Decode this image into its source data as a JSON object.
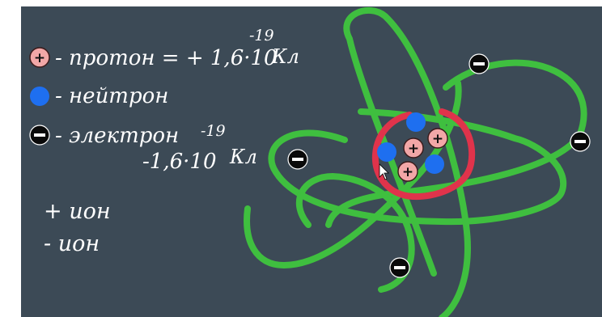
{
  "legend": {
    "proton": {
      "symbol": "+",
      "text": "- протон = + 1,6·10",
      "exponent": "-19",
      "unit": "Кл"
    },
    "neutron": {
      "text": "- нейтрон"
    },
    "electron": {
      "symbol": "−",
      "text": "- электрон",
      "value": "-1,6·10",
      "exponent": "-19",
      "unit": "Кл"
    }
  },
  "ions": {
    "positive": "+ ион",
    "negative": "- ион"
  },
  "atom": {
    "nucleus_proton_symbol": "+",
    "electron_symbol": "−"
  },
  "colors": {
    "board": "#3c4a56",
    "orbit": "#3fbf3f",
    "nucleus_ring": "#e0334b",
    "proton_fill": "#f2a7a7",
    "neutron_fill": "#1e6ff0",
    "electron_fill": "#0a0a0a",
    "chalk": "#ffffff"
  }
}
